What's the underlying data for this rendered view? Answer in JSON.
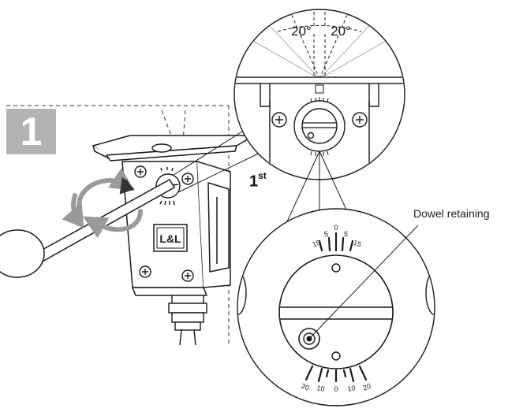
{
  "step": {
    "number": "1"
  },
  "annotations": {
    "first_label": "1",
    "first_suffix": "st",
    "dowel_label": "Dowel retaining"
  },
  "top_detail": {
    "angle_left": "20°",
    "angle_right": "20°"
  },
  "dial_scale": {
    "top": [
      "15",
      "5",
      "0",
      "5",
      "15"
    ],
    "bottom": [
      "20",
      "10",
      "0",
      "10",
      "20"
    ]
  },
  "logo_text": "L&L",
  "colors": {
    "line": "#1a1a1a",
    "badge": "#b3b3b3",
    "arrow": "#9a9a9a",
    "background": "#ffffff"
  }
}
